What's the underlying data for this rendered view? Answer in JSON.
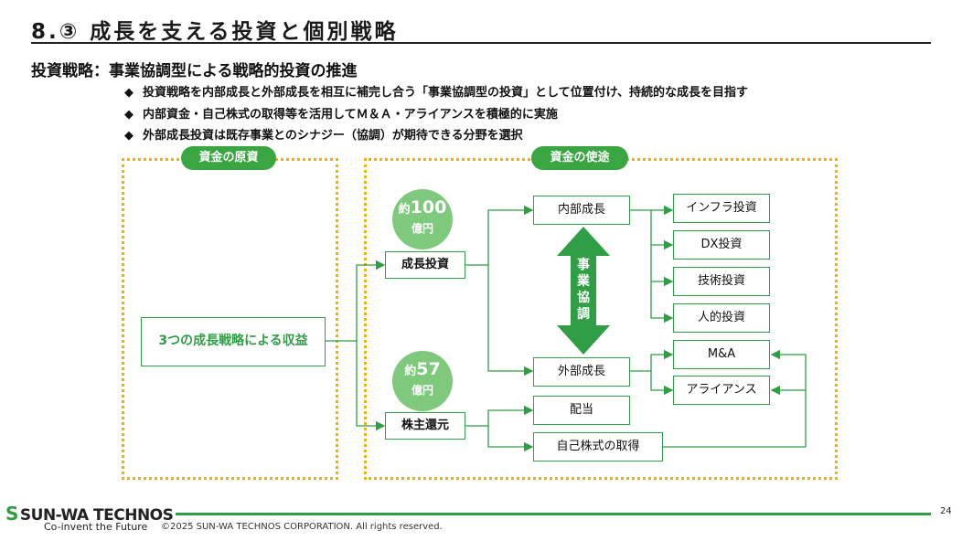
{
  "title": "8.③ 成長を支える投資と個別戦略",
  "subtitle": "投資戦略：事業協調型による戦略的投資の推進",
  "bullets": [
    {
      "mark": "◆",
      "text": "投資戦略を内部成長と外部成長を相互に補完し合う「事業協調型の投資」として位置付け、持続的な成長を目指す"
    },
    {
      "mark": "◆",
      "text": "内部資金・自己株式の取得等を活用してＭ＆Ａ・アライアンスを積極的に実施"
    },
    {
      "mark": "◆",
      "text": "外部成長投資は既存事業とのシナジー（協調）が期待できる分野を選択"
    }
  ],
  "diagram": {
    "source_label": "資金の原資",
    "use_label": "資金の使途",
    "source_box": "3つの成長戦略による収益",
    "growth_investment": "成長投資",
    "shareholder_return": "株主還元",
    "circle_growth": {
      "prefix": "約",
      "amount": "100",
      "unit": "億円"
    },
    "circle_return": {
      "prefix": "約",
      "amount": "57",
      "unit": "億円"
    },
    "internal_growth": "内部成長",
    "external_growth": "外部成長",
    "internal_items": [
      "インフラ投資",
      "DX投資",
      "技術投資",
      "人的投資"
    ],
    "external_items": [
      "M&A",
      "アライアンス"
    ],
    "dividend": "配当",
    "buyback": "自己株式の取得",
    "synergy_label": [
      "事",
      "業",
      "協",
      "調"
    ]
  },
  "footer": {
    "logo_mark": "S",
    "logo": "SUN-WA TECHNOS",
    "tagline": "Co-invent the Future",
    "copyright": "©2025 SUN-WA TECHNOS CORPORATION. All rights reserved.",
    "page": "24"
  },
  "colors": {
    "green": "#2f9e44",
    "accent_yellow": "#f2b000",
    "circle_green": "#7fc97c"
  }
}
